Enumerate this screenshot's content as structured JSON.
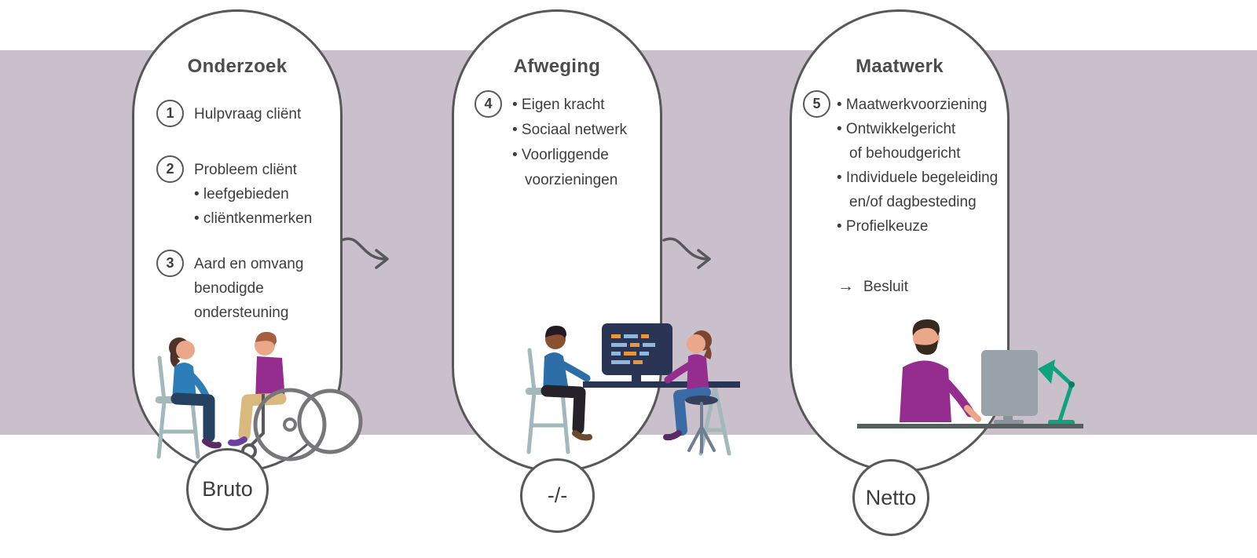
{
  "colors": {
    "band": "#c9c0cb",
    "outline": "#58585b",
    "text": "#3d3d3f",
    "purple": "#942d8d",
    "blue": "#2d7db8",
    "green": "#0ea37e"
  },
  "pills": [
    {
      "title": "Onderzoek",
      "illustration": "client-interview-with-wheelchair-user",
      "items": [
        {
          "number": "1",
          "lines": [
            "Hulpvraag cliënt"
          ]
        },
        {
          "number": "2",
          "lines": [
            "Probleem cliënt",
            "• leefgebieden",
            "• cliëntkenmerken"
          ]
        },
        {
          "number": "3",
          "lines": [
            "Aard en omvang",
            "benodigde",
            "ondersteuning"
          ]
        }
      ],
      "badge": "Bruto"
    },
    {
      "title": "Afweging",
      "illustration": "two-people-meeting-at-computer-desk",
      "items": [
        {
          "number": "4",
          "lines": [
            "• Eigen kracht",
            "• Sociaal netwerk",
            "• Voorliggende",
            "voorzieningen"
          ]
        }
      ],
      "badge": "-/-"
    },
    {
      "title": "Maatwerk",
      "illustration": "caseworker-at-computer-with-desk-lamp",
      "items": [
        {
          "number": "5",
          "lines": [
            "• Maatwerkvoorziening",
            "• Ontwikkelgericht",
            "of behoudgericht",
            "• Individuele begeleiding",
            "en/of dagbesteding",
            "• Profielkeuze"
          ]
        }
      ],
      "besluit_arrow": "→",
      "besluit_label": "Besluit",
      "badge": "Netto"
    }
  ]
}
